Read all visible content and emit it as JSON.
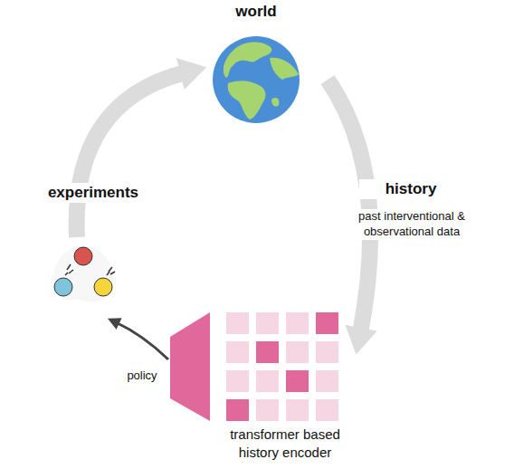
{
  "diagram": {
    "labels": [
      "world",
      "history",
      "past interventional & observational data",
      "experiments",
      "policy",
      "transformer based history encoder"
    ]
  }
}
